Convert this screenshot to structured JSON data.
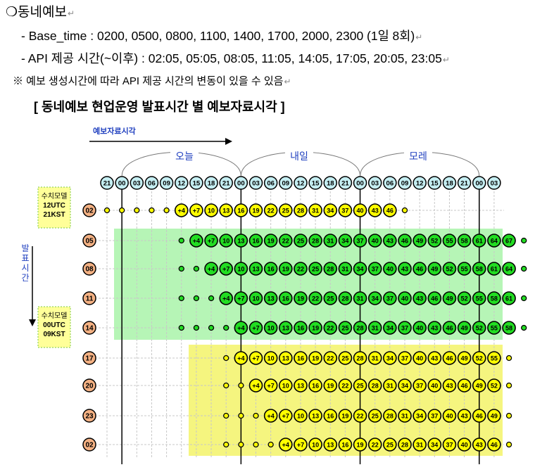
{
  "doc": {
    "heading": "❍동네예보",
    "base_time": "- Base_time : 0200, 0500, 0800, 1100, 1400, 1700, 2000, 2300 (1일 8회)",
    "api_time": "- API 제공 시간(~이후) : 02:05, 05:05, 08:05, 11:05, 14:05, 17:05, 20:05, 23:05",
    "note": "※ 예보 생성시간에 따라 API 제공 시간의 변동이 있을 수 있음",
    "table_title": "[ 동네예보 현업운영 발표시간 별 예보자료시각 ]",
    "para_mark": "↵"
  },
  "diagram": {
    "arrow_label": "예보자료시각",
    "day_labels": [
      "오늘",
      "내일",
      "모레"
    ],
    "top_hours": [
      "21",
      "00",
      "03",
      "06",
      "09",
      "12",
      "15",
      "18",
      "21",
      "00",
      "03",
      "06",
      "09",
      "12",
      "15",
      "18",
      "21",
      "00",
      "03",
      "06",
      "09",
      "12",
      "15",
      "18",
      "21",
      "00",
      "03"
    ],
    "vertical_label": "발표시간",
    "model_box_1": [
      "수치모델",
      "12UTC",
      "21KST"
    ],
    "model_box_2": [
      "수치모델",
      "00UTC",
      "09KST"
    ],
    "colors": {
      "cyan_circle": "#c5eef2",
      "yellow_circle": "#ffff00",
      "green_circle": "#22dd22",
      "salmon_circle": "#f4b183",
      "green_band": "#b6f5b6",
      "yellow_band": "#f5f57f",
      "model_box": "#ffff99",
      "blue_text": "#1f3fbf"
    },
    "rows": [
      {
        "time": "02",
        "color": "yellow",
        "start": 2,
        "dots": [
          "",
          "",
          "",
          "+4",
          "+7",
          "10",
          "13",
          "16",
          "19",
          "22",
          "25",
          "28",
          "31",
          "34",
          "37",
          "40",
          "43",
          "46",
          ""
        ]
      },
      {
        "time": "05",
        "color": "green",
        "start": 5,
        "dots": [
          "",
          "+4",
          "+7",
          "10",
          "13",
          "16",
          "19",
          "22",
          "25",
          "28",
          "31",
          "34",
          "37",
          "40",
          "43",
          "46",
          "49",
          "52",
          "55",
          "58",
          "61",
          "64",
          "67",
          ""
        ]
      },
      {
        "time": "08",
        "color": "green",
        "start": 5,
        "dots": [
          "",
          "",
          "+4",
          "+7",
          "10",
          "13",
          "16",
          "19",
          "22",
          "25",
          "28",
          "31",
          "34",
          "37",
          "40",
          "43",
          "46",
          "49",
          "52",
          "55",
          "58",
          "61",
          "64",
          ""
        ]
      },
      {
        "time": "11",
        "color": "green",
        "start": 5,
        "dots": [
          "",
          "",
          "",
          "+4",
          "+7",
          "10",
          "13",
          "16",
          "19",
          "22",
          "25",
          "28",
          "31",
          "34",
          "37",
          "40",
          "43",
          "46",
          "49",
          "52",
          "55",
          "58",
          "61",
          ""
        ]
      },
      {
        "time": "14",
        "color": "green",
        "start": 5,
        "dots": [
          "",
          "",
          "",
          "",
          "+4",
          "+7",
          "10",
          "13",
          "16",
          "19",
          "22",
          "25",
          "28",
          "31",
          "34",
          "37",
          "40",
          "43",
          "46",
          "49",
          "52",
          "55",
          "58",
          ""
        ]
      },
      {
        "time": "17",
        "color": "yellow",
        "start": 8,
        "dots": [
          "",
          "+4",
          "+7",
          "10",
          "13",
          "16",
          "19",
          "22",
          "25",
          "28",
          "31",
          "34",
          "37",
          "40",
          "43",
          "46",
          "49",
          "52",
          "55",
          ""
        ]
      },
      {
        "time": "20",
        "color": "yellow",
        "start": 8,
        "dots": [
          "",
          "",
          "+4",
          "+7",
          "10",
          "13",
          "16",
          "19",
          "22",
          "25",
          "28",
          "31",
          "34",
          "37",
          "40",
          "43",
          "46",
          "49",
          "52",
          ""
        ]
      },
      {
        "time": "23",
        "color": "yellow",
        "start": 8,
        "dots": [
          "",
          "",
          "",
          "+4",
          "+7",
          "10",
          "13",
          "16",
          "19",
          "22",
          "25",
          "28",
          "31",
          "34",
          "37",
          "40",
          "43",
          "46",
          "49",
          ""
        ]
      },
      {
        "time": "02",
        "color": "yellow",
        "start": 8,
        "dots": [
          "",
          "",
          "",
          "",
          "+4",
          "+7",
          "10",
          "13",
          "16",
          "19",
          "22",
          "25",
          "28",
          "31",
          "34",
          "37",
          "40",
          "43",
          "46",
          ""
        ]
      }
    ]
  }
}
